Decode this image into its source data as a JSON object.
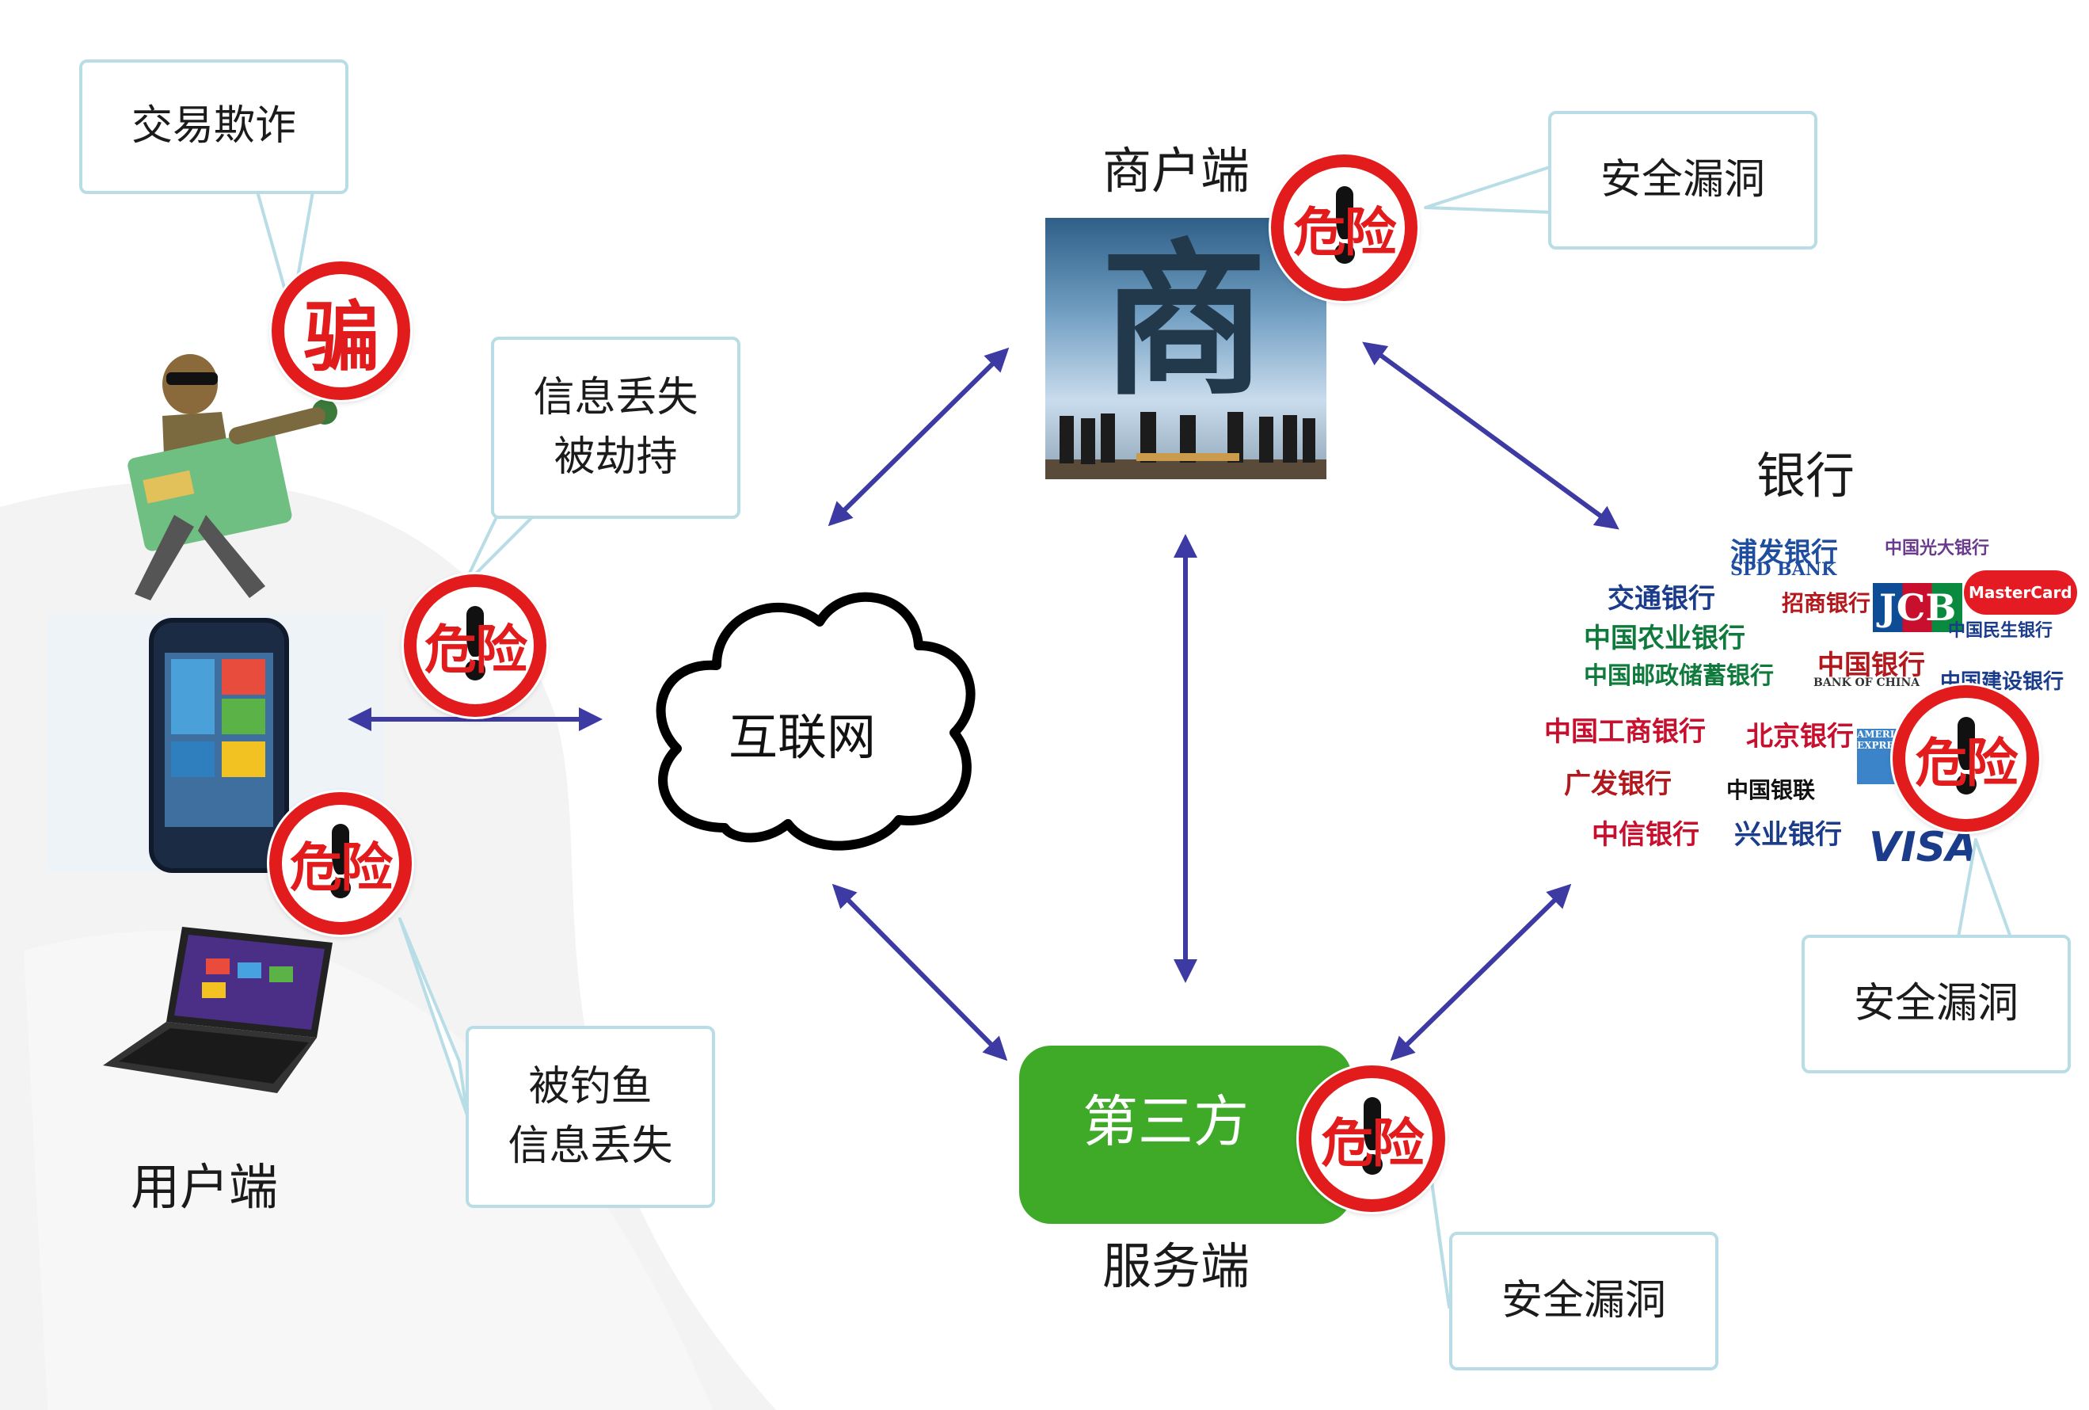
{
  "nodes": {
    "user_label": "用户端",
    "merchant_label": "商户端",
    "bank_label": "银行",
    "internet_label": "互联网",
    "thirdparty_box": "第三方",
    "server_label": "服务端"
  },
  "callouts": {
    "fraud": "交易欺诈",
    "info_loss_line1": "信息丢失",
    "info_loss_line2": "被劫持",
    "phishing_line1": "被钓鱼",
    "phishing_line2": "信息丢失",
    "merchant_vuln": "安全漏洞",
    "bank_vuln": "安全漏洞",
    "thirdparty_vuln": "安全漏洞"
  },
  "badges": {
    "fraud_badge": "骗",
    "danger": "危险"
  },
  "banks": {
    "spd_cn": "浦发银行",
    "spd_en": "SPD BANK",
    "ceb": "中国光大银行",
    "comm": "交通银行",
    "cmb": "招商银行",
    "jcb": "JCB",
    "mastercard": "MasterCard",
    "cmbc": "中国民生银行",
    "abc": "中国农业银行",
    "boc": "中国银行",
    "boc_en": "BANK OF CHINA",
    "psbc": "中国邮政储蓄银行",
    "ccb": "中国建设银行",
    "icbc": "中国工商银行",
    "bob": "北京银行",
    "cgb": "广发银行",
    "unionpay": "中国银联",
    "citic": "中信银行",
    "cib": "兴业银行",
    "visa": "VISA",
    "amex": "AMERICAN EXPRESS"
  },
  "colors": {
    "arrow": "#3d3aa3",
    "danger_red": "#e21c1c",
    "callout_border": "#b8dde6",
    "thirdparty_green": "#3faa28"
  }
}
